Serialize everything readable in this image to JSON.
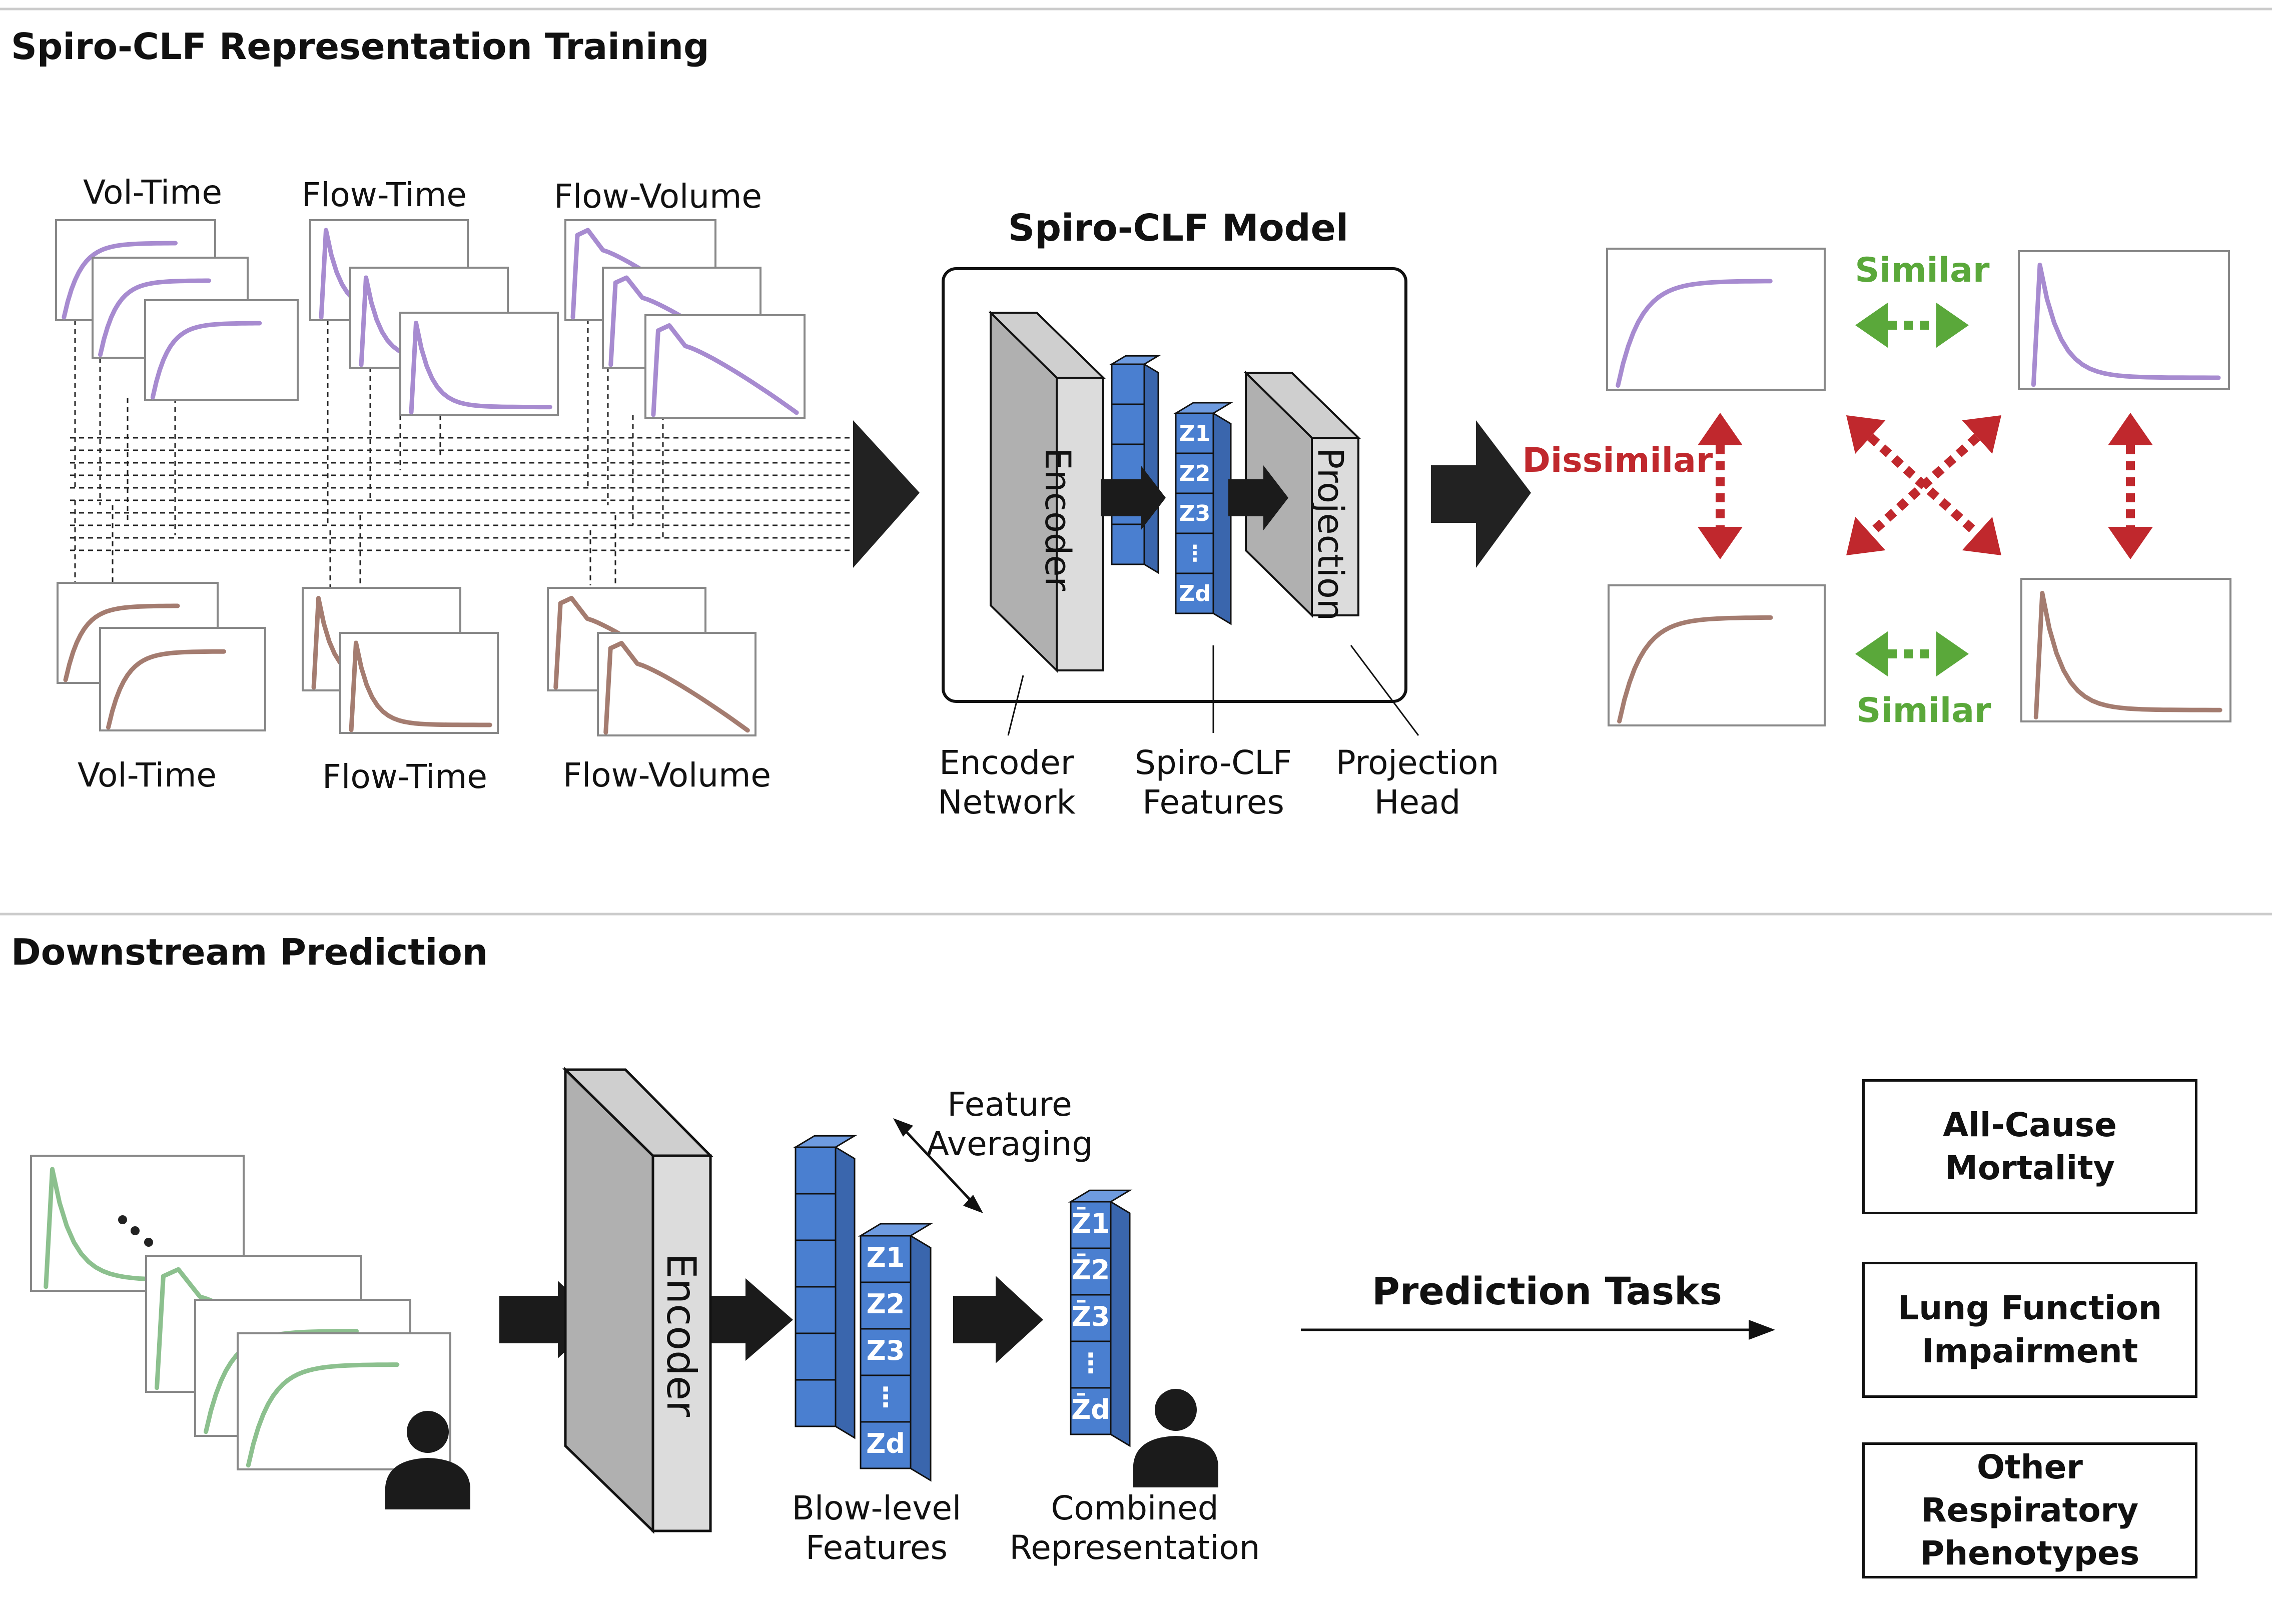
{
  "sections": {
    "training_title": "Spiro-CLF Representation Training",
    "downstream_title": "Downstream Prediction"
  },
  "training": {
    "input_labels_top": [
      "Vol-Time",
      "Flow-Time",
      "Flow-Volume"
    ],
    "input_labels_bottom": [
      "Vol-Time",
      "Flow-Time",
      "Flow-Volume"
    ],
    "model_title": "Spiro-CLF Model",
    "encoder_block": "Encoder",
    "projection_block": "Projection",
    "feature_symbols": [
      "Z1",
      "Z2",
      "Z3",
      "⋮",
      "Zd"
    ],
    "components": {
      "encoder": "Encoder\nNetwork",
      "features": "Spiro-CLF\nFeatures",
      "projection": "Projection\nHead"
    },
    "similar_label": "Similar",
    "dissimilar_label": "Dissimilar",
    "colors": {
      "purple": "#a78bd0",
      "brown": "#a47c70",
      "green": "#8cc08e",
      "similar": "#5aa83a",
      "dissimilar": "#c0282d",
      "cube": "#4a7fd0"
    }
  },
  "downstream": {
    "encoder_block": "Encoder",
    "feature_averaging": "Feature\nAveraging",
    "blow_level": "Blow-level\nFeatures",
    "combined": "Combined\nRepresentation",
    "prediction_tasks": "Prediction Tasks",
    "tasks": [
      "All-Cause\nMortality",
      "Lung Function\nImpairment",
      "Other Respiratory\nPhenotypes"
    ]
  }
}
